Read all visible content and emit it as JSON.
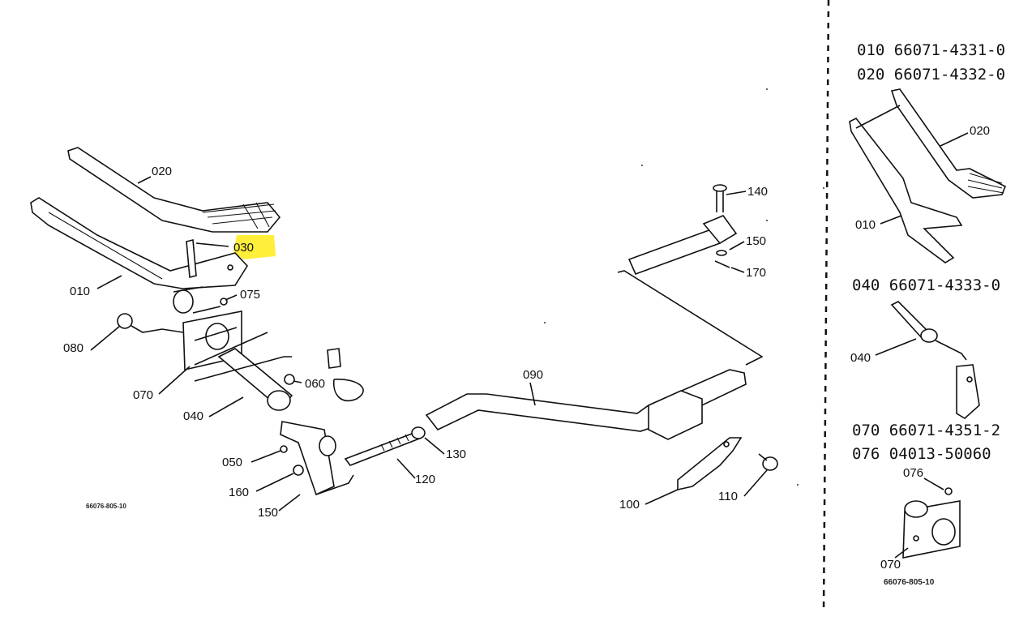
{
  "diagram": {
    "callouts": {
      "c020": "020",
      "c030": "030",
      "c010": "010",
      "c075": "075",
      "c080": "080",
      "c070": "070",
      "c060": "060",
      "c040": "040",
      "c050": "050",
      "c160": "160",
      "c150": "150",
      "c120": "120",
      "c130": "130",
      "c090": "090",
      "c140": "140",
      "c150b": "150",
      "c170": "170",
      "c100": "100",
      "c110": "110"
    },
    "main_code": "66076-805-10",
    "highlight_color": "#ffee3a"
  },
  "sidebar": {
    "parts": {
      "p010": "010  66071-4331-0",
      "p020": "020  66071-4332-0",
      "p040": "040  66071-4333-0",
      "p070": "070  66071-4351-2",
      "p076": "076  04013-50060"
    },
    "callouts": {
      "s020": "020",
      "s010": "010",
      "s040": "040",
      "s076": "076",
      "s070": "070"
    },
    "code": "66076-805-10"
  }
}
